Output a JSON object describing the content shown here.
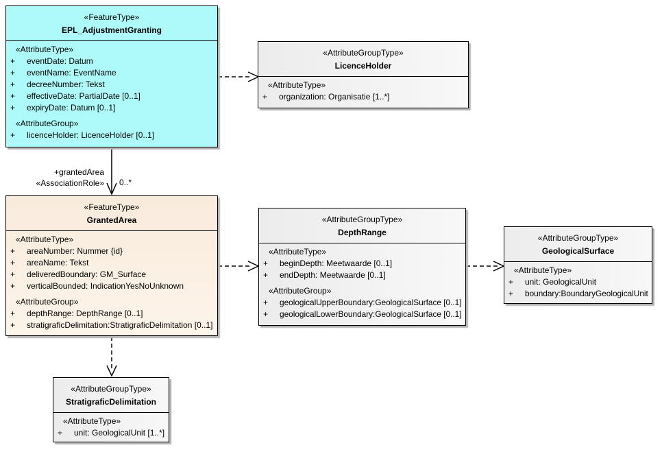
{
  "diagram": {
    "classes": [
      {
        "stereotype": "«FeatureType»",
        "name": "EPL_AdjustmentGranting",
        "sections": [
          {
            "heading": "«AttributeType»",
            "items": [
              {
                "vis": "+",
                "text": "eventDate: Datum"
              },
              {
                "vis": "+",
                "text": "eventName: EventName"
              },
              {
                "vis": "+",
                "text": "decreeNumber: Tekst"
              },
              {
                "vis": "+",
                "text": "effectiveDate: PartialDate [0..1]"
              },
              {
                "vis": "+",
                "text": "expiryDate: Datum [0..1]"
              }
            ]
          },
          {
            "heading": "«AttributeGroup»",
            "items": [
              {
                "vis": "+",
                "text": "licenceHolder: LicenceHolder [0..1]"
              }
            ]
          }
        ]
      },
      {
        "stereotype": "«AttributeGroupType»",
        "name": "LicenceHolder",
        "sections": [
          {
            "heading": "«AttributeType»",
            "items": [
              {
                "vis": "+",
                "text": "organization: Organisatie [1..*]"
              }
            ]
          }
        ]
      },
      {
        "stereotype": "«FeatureType»",
        "name": "GrantedArea",
        "sections": [
          {
            "heading": "«AttributeType»",
            "items": [
              {
                "vis": "+",
                "text": "areaNumber: Nummer {id}"
              },
              {
                "vis": "+",
                "text": "areaName: Tekst"
              },
              {
                "vis": "+",
                "text": "deliveredBoundary: GM_Surface"
              },
              {
                "vis": "+",
                "text": "verticalBounded: IndicationYesNoUnknown"
              }
            ]
          },
          {
            "heading": "«AttributeGroup»",
            "items": [
              {
                "vis": "+",
                "text": "depthRange: DepthRange [0..1]"
              },
              {
                "vis": "+",
                "text": "stratigraficDelimitation:StratigraficDelimitation [0..1]"
              }
            ]
          }
        ]
      },
      {
        "stereotype": "«AttributeGroupType»",
        "name": "DepthRange",
        "sections": [
          {
            "heading": "«AttributeType»",
            "items": [
              {
                "vis": "+",
                "text": "beginDepth: Meetwaarde [0..1]"
              },
              {
                "vis": "+",
                "text": "endDepth: Meetwaarde [0..1]"
              }
            ]
          },
          {
            "heading": "«AttributeGroup»",
            "items": [
              {
                "vis": "+",
                "text": "geologicalUpperBoundary:GeologicalSurface [0..1]"
              },
              {
                "vis": "+",
                "text": "geologicalLowerBoundary:GeologicalSurface [0..1]"
              }
            ]
          }
        ]
      },
      {
        "stereotype": "«AttributeGroupType»",
        "name": "GeologicalSurface",
        "sections": [
          {
            "heading": "«AttributeType»",
            "items": [
              {
                "vis": "+",
                "text": "unit: GeologicalUnit"
              },
              {
                "vis": "+",
                "text": "boundary:BoundaryGeologicalUnit"
              }
            ]
          }
        ]
      },
      {
        "stereotype": "«AttributeGroupType»",
        "name": "StratigraficDelimitation",
        "sections": [
          {
            "heading": "«AttributeType»",
            "items": [
              {
                "vis": "+",
                "text": "unit: GeologicalUnit [1..*]"
              }
            ]
          }
        ]
      }
    ],
    "association": {
      "role_name": "+grantedArea",
      "stereotype_label": "«AssociationRole»",
      "multiplicity": "0..*"
    },
    "colors": {
      "feature_type_fill": "#AEFAFA",
      "granted_area_fill": "#F9EBDC",
      "attribute_group_fill": "#ECECEC",
      "border": "#000000",
      "shadow": "#B3B3B3"
    }
  }
}
